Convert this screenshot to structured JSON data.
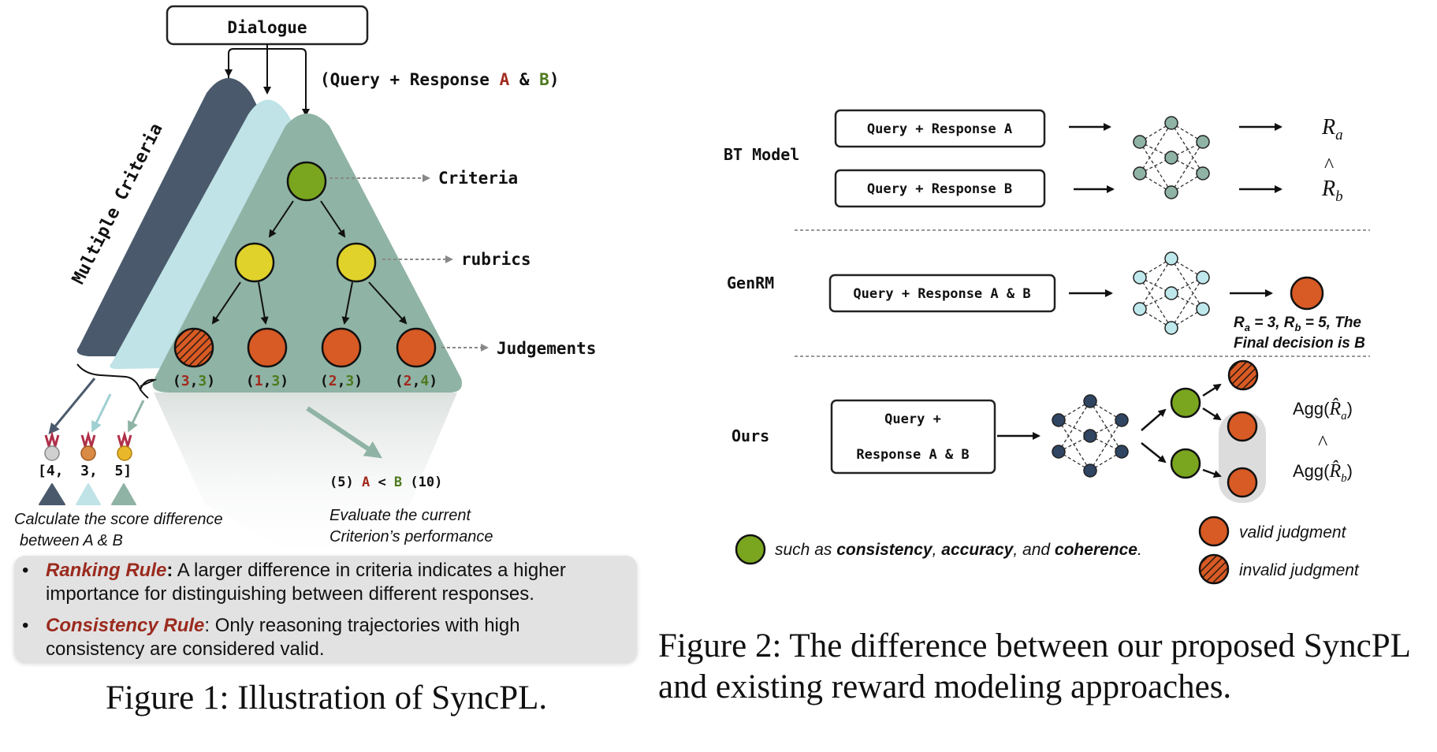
{
  "figure1": {
    "dialogue_label": "Dialogue",
    "query_prefix": "(Query + Response ",
    "query_a": "A",
    "query_amp": " & ",
    "query_b": "B",
    "query_suffix": ")",
    "multiple_criteria": "Multiple Criteria",
    "criteria_label": "Criteria",
    "rubrics_label": "rubrics",
    "judgements_label": "Judgements",
    "scores": [
      {
        "open": "(",
        "a": "3",
        "sep": ",",
        "b": "3",
        "close": ")"
      },
      {
        "open": "(",
        "a": "1",
        "sep": ",",
        "b": "3",
        "close": ")"
      },
      {
        "open": "(",
        "a": "2",
        "sep": ",",
        "b": "3",
        "close": ")"
      },
      {
        "open": "(",
        "a": "2",
        "sep": ",",
        "b": "4",
        "close": ")"
      }
    ],
    "rank_values": "[4,  3,  5]",
    "score_diff_line1": "Calculate the score difference",
    "score_diff_line2": "between A & B",
    "compare_open": "(5) ",
    "compare_a": "A",
    "compare_lt": " < ",
    "compare_b": "B",
    "compare_close": " (10)",
    "evaluate_line1": "Evaluate the current",
    "evaluate_line2": "Criterion’s performance",
    "bullet": "•",
    "ranking_rule_key": "Ranking Rule",
    "ranking_rule_colon": ":",
    "ranking_rule_text": " A larger difference in criteria indicates a higher importance for distinguishing between different responses.",
    "consistency_rule_key": "Consistency Rule",
    "consistency_rule_text": ": Only reasoning trajectories with high consistency are considered valid.",
    "caption": "Figure 1: Illustration of SyncPL."
  },
  "figure2": {
    "bt_model_label": "BT Model",
    "bt_box_a": "Query + Response A",
    "bt_box_b": "Query + Response B",
    "r_letter": "R",
    "ra_sub": "a",
    "rb_sub": "b",
    "wedge": "^",
    "genrm_label": "GenRM",
    "genrm_box": "Query + Response A & B",
    "genrm_result_line1_parts": [
      "R",
      "a",
      " = 3, ",
      "R",
      "b",
      " = 5, The"
    ],
    "genrm_result_line2": "Final decision is B",
    "ours_label": "Ours",
    "ours_box_line1": "Query +",
    "ours_box_line2": "Response A & B",
    "agg_prefix": "Agg(",
    "agg_hat_r": "R̂",
    "agg_suffix": ")",
    "legend_green_prefix": "such as ",
    "legend_consistency": "consistency",
    "legend_comma1": ", ",
    "legend_accuracy": "accuracy",
    "legend_and": ", and ",
    "legend_coherence": "coherence",
    "legend_period": ".",
    "legend_valid": "valid judgment",
    "legend_invalid": "invalid judgment",
    "caption_line1": "Figure 2: The difference between our proposed SyncPL",
    "caption_line2": "and existing reward modeling approaches."
  },
  "colors": {
    "dark_slate": "#4a5a6c",
    "light_cyan": "#bfe3e6",
    "sage": "#8fb3a5",
    "green_node": "#7aa51f",
    "yellow_node": "#e0d22a",
    "orange_node": "#d85a24",
    "red_text": "#a0291c",
    "green_text": "#4e7a1e",
    "net_cyan": "#bfe8ec",
    "net_sage": "#8fb3a5",
    "net_navy": "#2f4562"
  }
}
